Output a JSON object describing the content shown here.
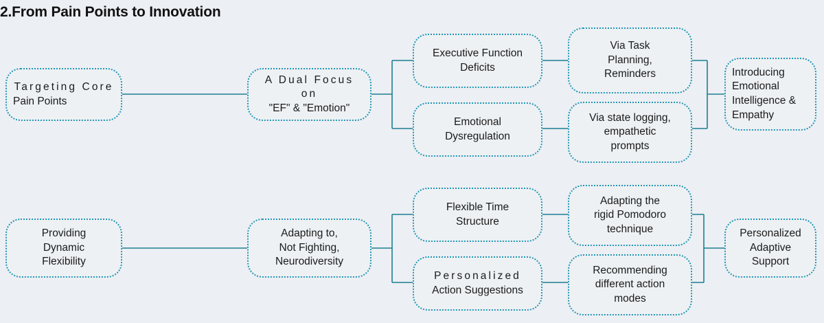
{
  "title": "2.From Pain Points to Innovation",
  "theme": {
    "background": "#eceff3",
    "node_fill": "#eef1f4",
    "node_border": "#2196b4",
    "connector": "#1b7f93",
    "text": "#1a1a1a"
  },
  "diagram": {
    "type": "tree",
    "orientation": "left-to-right",
    "branches": [
      {
        "id": "branch-1",
        "root": {
          "lines": [
            "Targeting Core",
            "Pain Points"
          ]
        },
        "focus": {
          "lines": [
            "A Dual Focus on",
            "\"EF\" & \"Emotion\""
          ]
        },
        "problems": [
          {
            "lines": [
              "Executive Function",
              "Deficits"
            ]
          },
          {
            "lines": [
              "Emotional",
              "Dysregulation"
            ]
          }
        ],
        "solutions": [
          {
            "lines": [
              "Via Task",
              "Planning,",
              "Reminders"
            ]
          },
          {
            "lines": [
              "Via state logging,",
              "empathetic",
              "prompts"
            ]
          }
        ],
        "outcome": {
          "lines": [
            "Introducing",
            "Emotional",
            "Intelligence &",
            "Empathy"
          ]
        }
      },
      {
        "id": "branch-2",
        "root": {
          "lines": [
            "Providing",
            "Dynamic",
            "Flexibility"
          ]
        },
        "focus": {
          "lines": [
            "Adapting to,",
            "Not Fighting,",
            "Neurodiversity"
          ]
        },
        "problems": [
          {
            "lines": [
              "Flexible Time",
              "Structure"
            ]
          },
          {
            "lines": [
              "Personalized",
              "Action Suggestions"
            ]
          }
        ],
        "solutions": [
          {
            "lines": [
              "Adapting the",
              "rigid Pomodoro",
              "technique"
            ]
          },
          {
            "lines": [
              "Recommending",
              "different action",
              "modes"
            ]
          }
        ],
        "outcome": {
          "lines": [
            "Personalized",
            "Adaptive",
            "Support"
          ]
        }
      }
    ]
  }
}
